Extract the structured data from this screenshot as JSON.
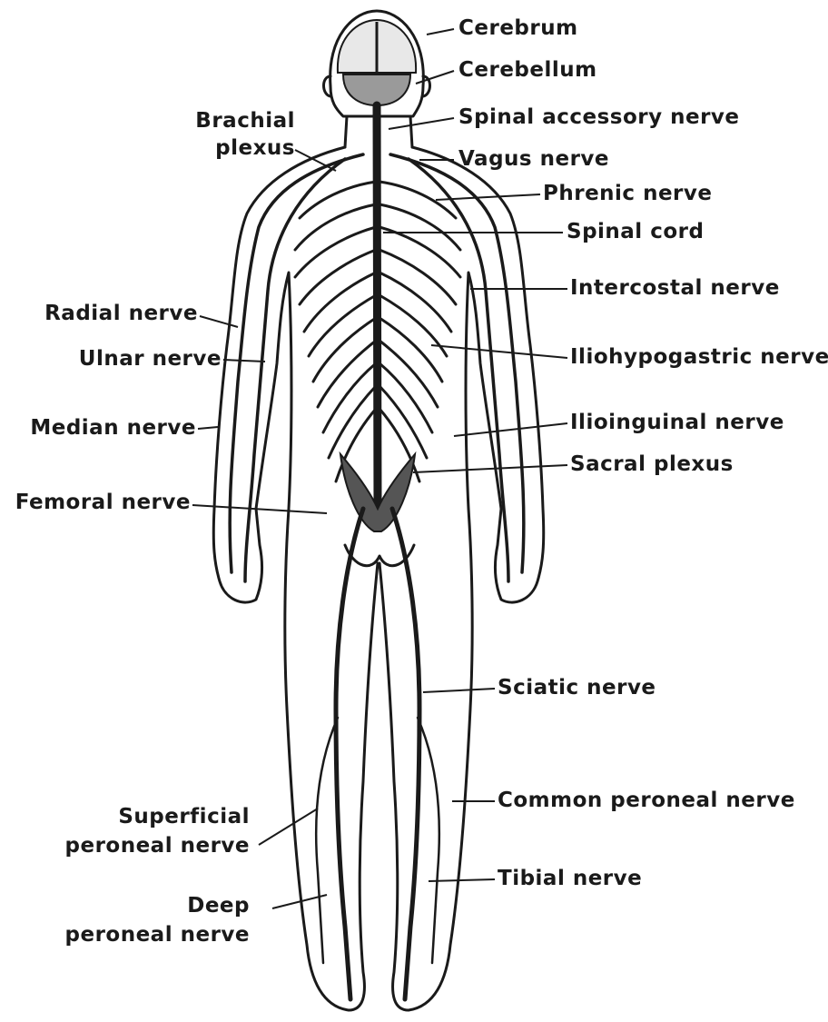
{
  "diagram": {
    "labels": {
      "cerebrum": "Cerebrum",
      "cerebellum": "Cerebellum",
      "spinal_accessory": "Spinal accessory nerve",
      "vagus": "Vagus nerve",
      "phrenic": "Phrenic nerve",
      "spinal_cord": "Spinal cord",
      "intercostal": "Intercostal nerve",
      "iliohypogastric": "Iliohypogastric nerve",
      "ilioinguinal": "Ilioinguinal nerve",
      "sacral_plexus": "Sacral plexus",
      "sciatic": "Sciatic nerve",
      "common_peroneal": "Common peroneal nerve",
      "tibial": "Tibial nerve",
      "brachial_1": "Brachial",
      "brachial_2": "plexus",
      "radial": "Radial nerve",
      "ulnar": "Ulnar nerve",
      "median": "Median nerve",
      "femoral": "Femoral nerve",
      "superficial_1": "Superficial",
      "superficial_2": "peroneal nerve",
      "deep_1": "Deep",
      "deep_2": "peroneal nerve"
    },
    "colors": {
      "ink": "#1a1a1a",
      "paper": "#ffffff"
    }
  }
}
